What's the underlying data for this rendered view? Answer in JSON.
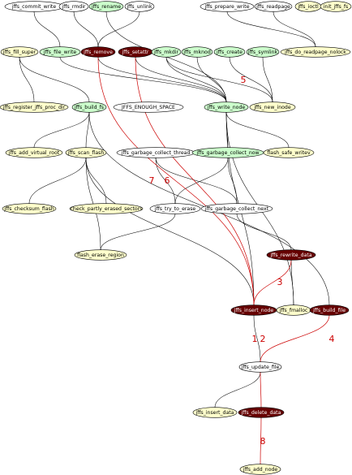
{
  "colors": {
    "white": "#ffffff",
    "yellow": "#ffffcc",
    "green": "#ccffcc",
    "dark": "#660000",
    "edge": "#000000",
    "edge_highlight": "#cc0000"
  },
  "nodes": [
    {
      "id": "jffs_commit_write",
      "label": "jffs_commit_write",
      "fill": "white"
    },
    {
      "id": "jffs_rmdir",
      "label": "jffs_rmdir",
      "fill": "white"
    },
    {
      "id": "jffs_rename",
      "label": "jffs_rename",
      "fill": "green"
    },
    {
      "id": "jffs_unlink",
      "label": "jffs_unlink",
      "fill": "white"
    },
    {
      "id": "jffs_prepare_write",
      "label": "jffs_prepare_write",
      "fill": "white"
    },
    {
      "id": "jffs_readpage",
      "label": "jffs_readpage",
      "fill": "white"
    },
    {
      "id": "jffs_ioctl",
      "label": "jffs_ioctl",
      "fill": "yellow"
    },
    {
      "id": "init_jffs_fs",
      "label": "init_jffs_fs",
      "fill": "yellow"
    },
    {
      "id": "jffs_fill_super",
      "label": "jffs_fill_super",
      "fill": "yellow"
    },
    {
      "id": "jffs_file_write",
      "label": "jffs_file_write",
      "fill": "green"
    },
    {
      "id": "jffs_remove",
      "label": "jffs_remove",
      "fill": "dark"
    },
    {
      "id": "jffs_setattr",
      "label": "jffs_setattr",
      "fill": "dark"
    },
    {
      "id": "jffs_mkdir",
      "label": "jffs_mkdir",
      "fill": "green"
    },
    {
      "id": "jffs_mknod",
      "label": "jffs_mknod",
      "fill": "green"
    },
    {
      "id": "jffs_create",
      "label": "jffs_create",
      "fill": "green"
    },
    {
      "id": "jffs_symlink",
      "label": "jffs_symlink",
      "fill": "green"
    },
    {
      "id": "jffs_do_readpage_nolock",
      "label": "jffs_do_readpage_nolock",
      "fill": "yellow"
    },
    {
      "id": "jffs_register_jffs_proc_dir",
      "label": "jffs_register_jffs_proc_dir",
      "fill": "yellow"
    },
    {
      "id": "jffs_build_fs",
      "label": "jffs_build_fs",
      "fill": "green"
    },
    {
      "id": "JFFS_ENOUGH_SPACE",
      "label": "JFFS_ENOUGH_SPACE",
      "fill": "white"
    },
    {
      "id": "jffs_write_node",
      "label": "jffs_write_node",
      "fill": "green"
    },
    {
      "id": "jffs_new_inode",
      "label": "jffs_new_inode",
      "fill": "yellow"
    },
    {
      "id": "jffs_add_virtual_root",
      "label": "jffs_add_virtual_root",
      "fill": "yellow"
    },
    {
      "id": "jffs_scan_flash",
      "label": "jffs_scan_flash",
      "fill": "yellow"
    },
    {
      "id": "jffs_garbage_collect_thread",
      "label": "jffs_garbage_collect_thread",
      "fill": "white"
    },
    {
      "id": "jffs_garbage_collect_now",
      "label": "jffs_garbage_collect_now",
      "fill": "green"
    },
    {
      "id": "flash_safe_writev",
      "label": "flash_safe_writev",
      "fill": "yellow"
    },
    {
      "id": "jffs_checksum_flash",
      "label": "jffs_checksum_flash",
      "fill": "yellow"
    },
    {
      "id": "check_partly_erased_sectors",
      "label": "check_partly_erased_sectors",
      "fill": "yellow"
    },
    {
      "id": "jffs_try_to_erase",
      "label": "jffs_try_to_erase",
      "fill": "white"
    },
    {
      "id": "jffs_garbage_collect_next",
      "label": "jffs_garbage_collect_next",
      "fill": "white"
    },
    {
      "id": "flash_erase_region",
      "label": "flash_erase_region",
      "fill": "yellow"
    },
    {
      "id": "jffs_rewrite_data",
      "label": "jffs_rewrite_data",
      "fill": "dark"
    },
    {
      "id": "jffs_insert_node",
      "label": "jffs_insert_node",
      "fill": "dark"
    },
    {
      "id": "jffs_fmalloc",
      "label": "jffs_fmalloc",
      "fill": "yellow"
    },
    {
      "id": "jffs_build_file",
      "label": "jffs_build_file",
      "fill": "dark"
    },
    {
      "id": "jffs_update_file",
      "label": "jffs_update_file",
      "fill": "white"
    },
    {
      "id": "jffs_insert_data",
      "label": "jffs_insert_data",
      "fill": "yellow"
    },
    {
      "id": "jffs_delete_data",
      "label": "jffs_delete_data",
      "fill": "dark"
    },
    {
      "id": "jffs_add_node",
      "label": "jffs_add_node",
      "fill": "yellow"
    }
  ],
  "edges": [
    {
      "from": "jffs_commit_write",
      "to": "jffs_file_write",
      "highlight": false
    },
    {
      "from": "jffs_rmdir",
      "to": "jffs_remove",
      "highlight": false
    },
    {
      "from": "jffs_unlink",
      "to": "jffs_remove",
      "highlight": false
    },
    {
      "from": "jffs_rename",
      "to": "jffs_write_node",
      "highlight": false
    },
    {
      "from": "jffs_prepare_write",
      "to": "jffs_do_readpage_nolock",
      "highlight": false
    },
    {
      "from": "jffs_readpage",
      "to": "jffs_do_readpage_nolock",
      "highlight": false
    },
    {
      "from": "jffs_fill_super",
      "to": "jffs_build_fs",
      "highlight": false
    },
    {
      "from": "jffs_fill_super",
      "to": "jffs_register_jffs_proc_dir",
      "highlight": false
    },
    {
      "from": "jffs_file_write",
      "to": "jffs_write_node",
      "highlight": false
    },
    {
      "from": "jffs_remove",
      "to": "jffs_write_node",
      "highlight": false
    },
    {
      "from": "jffs_setattr",
      "to": "jffs_write_node",
      "highlight": false
    },
    {
      "from": "jffs_mkdir",
      "to": "jffs_write_node",
      "highlight": false
    },
    {
      "from": "jffs_mkdir",
      "to": "jffs_new_inode",
      "highlight": false
    },
    {
      "from": "jffs_mknod",
      "to": "jffs_write_node",
      "highlight": false
    },
    {
      "from": "jffs_create",
      "to": "jffs_new_inode",
      "highlight": false
    },
    {
      "from": "jffs_symlink",
      "to": "jffs_new_inode",
      "highlight": false
    },
    {
      "from": "jffs_build_fs",
      "to": "jffs_scan_flash",
      "highlight": false
    },
    {
      "from": "jffs_build_fs",
      "to": "jffs_add_virtual_root",
      "highlight": false
    },
    {
      "from": "jffs_build_fs",
      "to": "jffs_build_file",
      "highlight": false
    },
    {
      "from": "jffs_write_node",
      "to": "flash_safe_writev",
      "highlight": false
    },
    {
      "from": "jffs_write_node",
      "to": "jffs_garbage_collect_now",
      "highlight": false
    },
    {
      "from": "jffs_write_node",
      "to": "jffs_insert_node",
      "highlight": false
    },
    {
      "from": "jffs_write_node",
      "to": "jffs_fmalloc",
      "highlight": false
    },
    {
      "from": "jffs_garbage_collect_thread",
      "to": "jffs_try_to_erase",
      "highlight": false
    },
    {
      "from": "jffs_garbage_collect_thread",
      "to": "jffs_garbage_collect_next",
      "highlight": false
    },
    {
      "from": "jffs_garbage_collect_now",
      "to": "jffs_try_to_erase",
      "highlight": false
    },
    {
      "from": "jffs_garbage_collect_now",
      "to": "jffs_garbage_collect_next",
      "highlight": false
    },
    {
      "from": "jffs_scan_flash",
      "to": "jffs_checksum_flash",
      "highlight": false
    },
    {
      "from": "jffs_scan_flash",
      "to": "check_partly_erased_sectors",
      "highlight": false
    },
    {
      "from": "jffs_scan_flash",
      "to": "flash_erase_region",
      "highlight": false
    },
    {
      "from": "jffs_scan_flash",
      "to": "jffs_insert_node",
      "highlight": false
    },
    {
      "from": "jffs_try_to_erase",
      "to": "flash_erase_region",
      "highlight": false
    },
    {
      "from": "jffs_garbage_collect_next",
      "to": "jffs_rewrite_data",
      "highlight": false
    },
    {
      "from": "jffs_rewrite_data",
      "to": "jffs_fmalloc",
      "highlight": false
    },
    {
      "from": "jffs_insert_node",
      "to": "jffs_update_file",
      "highlight": false
    },
    {
      "from": "jffs_update_file",
      "to": "jffs_insert_data",
      "highlight": false
    },
    {
      "from": "jffs_remove",
      "to": "jffs_insert_node",
      "highlight": true
    },
    {
      "from": "jffs_setattr",
      "to": "jffs_insert_node",
      "highlight": true
    },
    {
      "from": "jffs_rewrite_data",
      "to": "jffs_insert_node",
      "highlight": true
    },
    {
      "from": "jffs_build_file",
      "to": "jffs_update_file",
      "highlight": true
    },
    {
      "from": "jffs_update_file",
      "to": "jffs_delete_data",
      "highlight": true
    },
    {
      "from": "jffs_delete_data",
      "to": "jffs_add_node",
      "highlight": true
    }
  ],
  "edge_labels": [
    {
      "id": "label-1",
      "text": "1"
    },
    {
      "id": "label-2",
      "text": "2"
    },
    {
      "id": "label-3",
      "text": "3"
    },
    {
      "id": "label-4",
      "text": "4"
    },
    {
      "id": "label-5",
      "text": "5"
    },
    {
      "id": "label-6",
      "text": "6"
    },
    {
      "id": "label-7",
      "text": "7"
    },
    {
      "id": "label-8",
      "text": "8"
    }
  ]
}
